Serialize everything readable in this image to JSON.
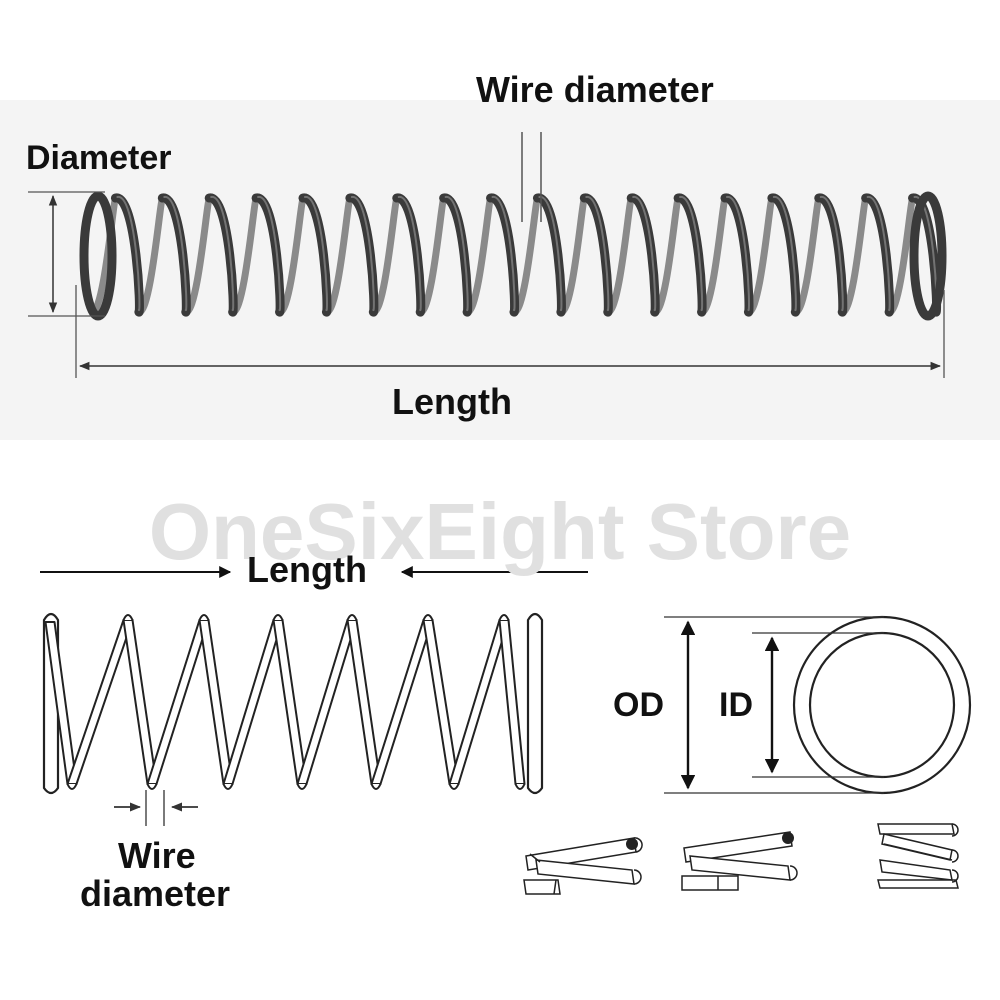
{
  "photo": {
    "label_wire_diameter": "Wire diameter",
    "label_diameter": "Diameter",
    "label_length": "Length"
  },
  "watermark": "OneSixEight Store",
  "drawing": {
    "label_length": "Length",
    "label_wire": "Wire",
    "label_diameter": "diameter"
  },
  "ring": {
    "label_od": "OD",
    "label_id": "ID"
  },
  "colors": {
    "spring_metal": "#3a3a3a",
    "photo_background": "#f4f4f4",
    "line_art": "#222222",
    "watermark": "#e0e0e0"
  }
}
